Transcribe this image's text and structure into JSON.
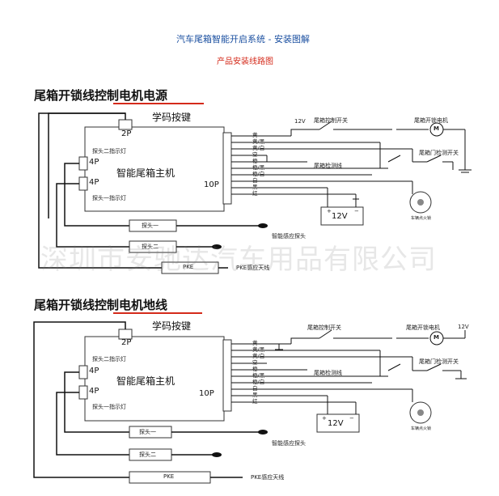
{
  "header": {
    "title": "汽车尾箱智能开启系统 - 安装图解",
    "subtitle": "产品安装线路图"
  },
  "watermark": "深圳市安驰达汽车用品有限公司",
  "sections": [
    {
      "heading_prefix": "尾箱开锁线",
      "heading_highlight": "控制电机电源",
      "learn_button": "学码按键",
      "conn_2p": "2P",
      "conn_4p_a": "4P",
      "conn_4p_b": "4P",
      "conn_10p": "10P",
      "main_unit": "智能尾箱主机",
      "probe2_led": "探头二指示灯",
      "probe1_led": "探头一指示灯",
      "wire_colors": [
        "黄",
        "黄/黑",
        "黄/白",
        "空",
        "橙",
        "橙/黑",
        "橙/白",
        "白",
        "黑",
        "红"
      ],
      "probe1": "探头一",
      "probe2": "探头二",
      "pke": "PKE",
      "pke_antenna": "PKE感应天线",
      "sense_probe": "智能感应探头",
      "switch_control": "尾箱控制开关",
      "switch_detect": "尾箱检测线",
      "motor": "尾箱开锁电机",
      "door_switch": "尾箱门检测开关",
      "battery": "12V",
      "plus": "+",
      "minus": "−",
      "v12": "12V",
      "motor_symbol": "M",
      "ignition": "车辆点火锁"
    },
    {
      "heading_prefix": "尾箱开锁线",
      "heading_highlight": "控制电机地线",
      "learn_button": "学码按键",
      "conn_2p": "2P",
      "conn_4p_a": "4P",
      "conn_4p_b": "4P",
      "conn_10p": "10P",
      "main_unit": "智能尾箱主机",
      "probe2_led": "探头二指示灯",
      "probe1_led": "探头一指示灯",
      "wire_colors": [
        "黄",
        "黄/黑",
        "黄/白",
        "空",
        "橙",
        "橙/黑",
        "橙/白",
        "白",
        "黑",
        "红"
      ],
      "probe1": "探头一",
      "probe2": "探头二",
      "pke": "PKE",
      "pke_antenna": "PKE感应天线",
      "sense_probe": "智能感应探头",
      "switch_control": "尾箱控制开关",
      "switch_detect": "尾箱检测线",
      "motor": "尾箱开锁电机",
      "door_switch": "尾箱门检测开关",
      "battery": "12V",
      "plus": "+",
      "minus": "−",
      "v12": "12V",
      "motor_symbol": "M",
      "ignition": "车辆点火锁"
    }
  ]
}
